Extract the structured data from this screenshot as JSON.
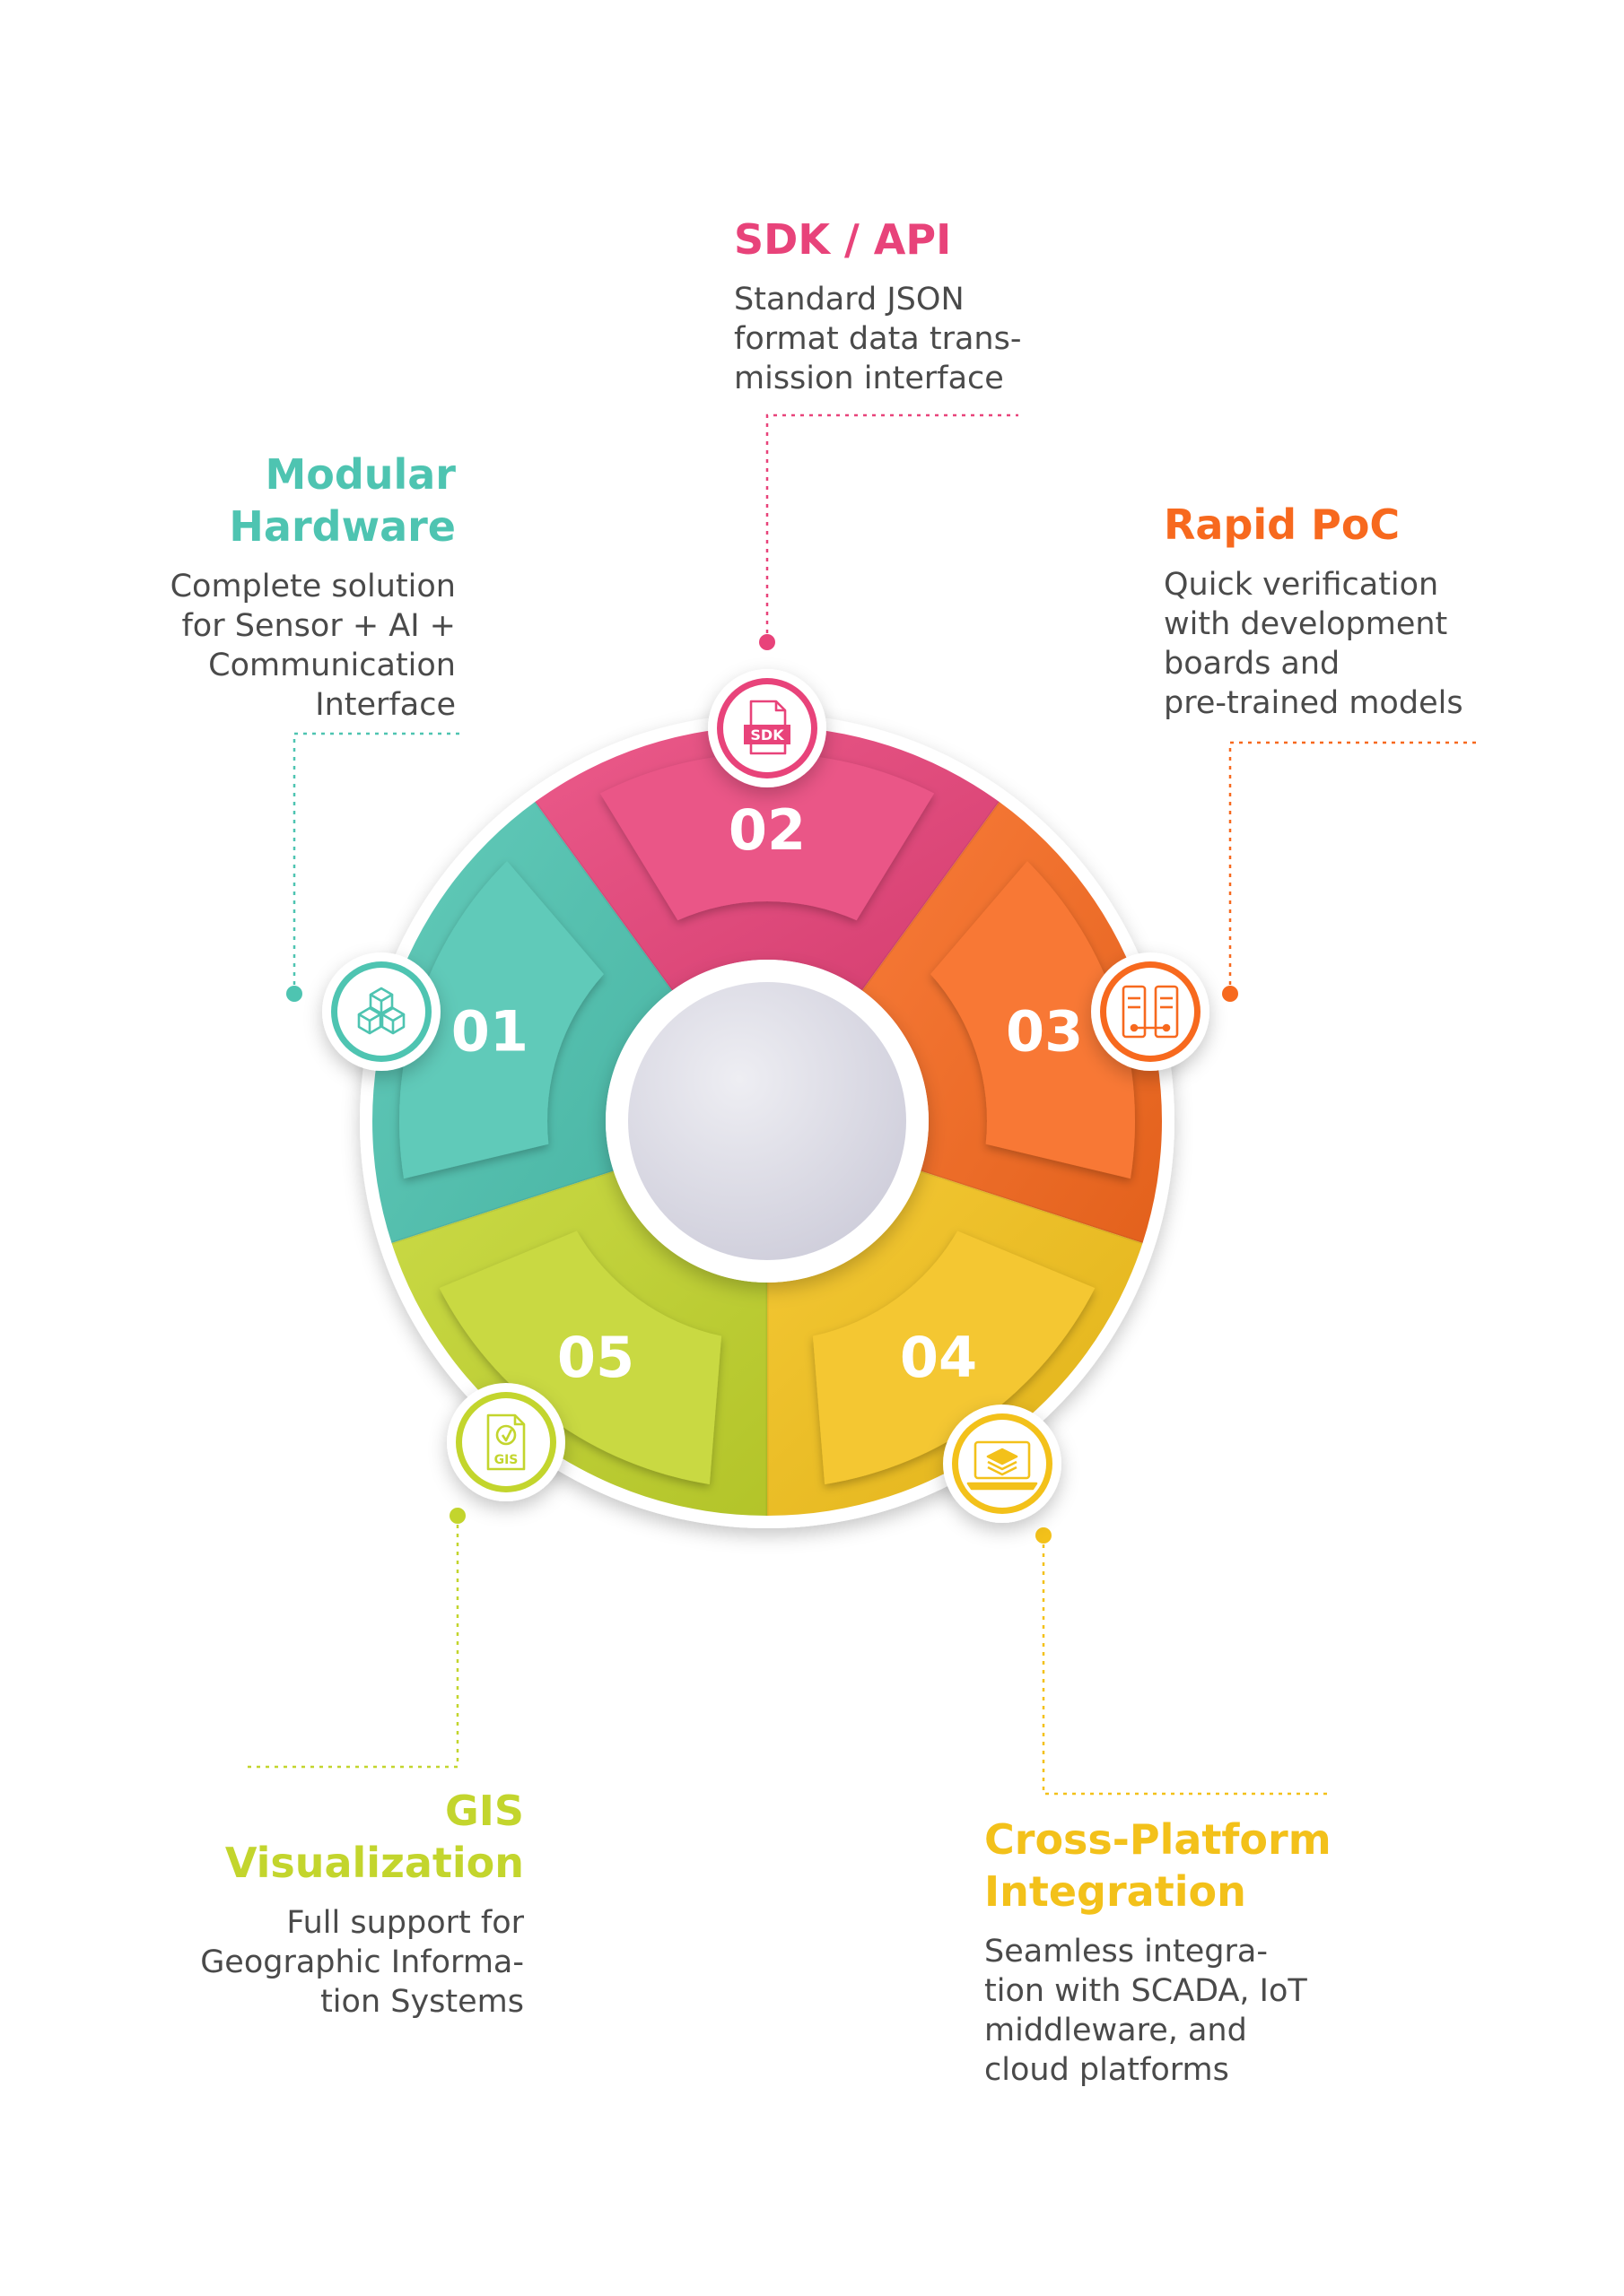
{
  "colors": {
    "teal": "#4ec4b1",
    "pink": "#e8437a",
    "orange": "#f7691e",
    "yellow": "#f3c11a",
    "lime": "#c3d52d",
    "hub": "#d8d7e1",
    "text": "#4a4a4a"
  },
  "segments": [
    {
      "number": "01",
      "color": "#4ec4b1",
      "icon": "modular-cubes-icon"
    },
    {
      "number": "02",
      "color": "#e8437a",
      "icon": "sdk-document-icon"
    },
    {
      "number": "03",
      "color": "#f7691e",
      "icon": "mobile-screens-icon"
    },
    {
      "number": "04",
      "color": "#f3c11a",
      "icon": "laptop-layers-icon"
    },
    {
      "number": "05",
      "color": "#c3d52d",
      "icon": "gis-document-icon"
    }
  ],
  "blocks": [
    {
      "title": [
        "Modular",
        "Hardware"
      ],
      "desc": [
        "Complete solution",
        "for Sensor + AI +",
        "Communication",
        "Interface"
      ]
    },
    {
      "title": [
        "SDK / API"
      ],
      "desc": [
        "Standard JSON",
        "format data trans-",
        "mission interface"
      ]
    },
    {
      "title": [
        "Rapid PoC"
      ],
      "desc": [
        "Quick verification",
        "with development",
        "boards and",
        "pre-trained models"
      ]
    },
    {
      "title": [
        "Cross-Platform",
        "Integration"
      ],
      "desc": [
        "Seamless integra-",
        "tion with SCADA, IoT",
        "middleware, and",
        "cloud platforms"
      ]
    },
    {
      "title": [
        "GIS",
        "Visualization"
      ],
      "desc": [
        "Full support for",
        "Geographic Informa-",
        "tion Systems"
      ]
    }
  ],
  "icon_labels": {
    "sdk": "SDK",
    "gis": "GIS"
  }
}
